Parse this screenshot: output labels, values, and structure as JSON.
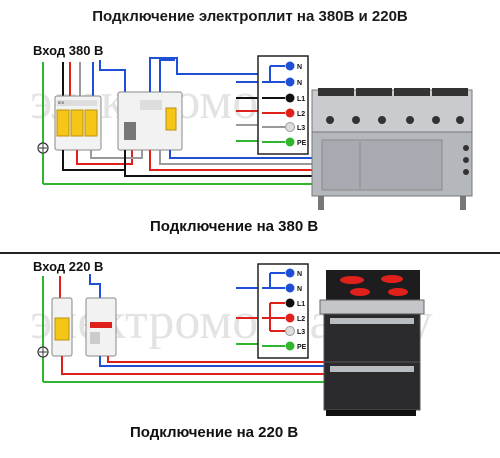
{
  "title": "Подключение электроплит на 380В и 220В",
  "watermark": "электромонтаж.ру",
  "section_380": {
    "input_label": "Вход 380 В",
    "caption": "Подключение на 380 В",
    "terminals": [
      "N",
      "N",
      "L1",
      "L2",
      "L3",
      "PE"
    ]
  },
  "section_220": {
    "input_label": "Вход 220 В",
    "caption": "Подключение на 220 В",
    "terminals": [
      "N",
      "N",
      "L1",
      "L2",
      "L3",
      "PE"
    ]
  },
  "wire_colors": {
    "neutral": "#1f4fd6",
    "phase_black": "#111111",
    "phase_red": "#e0201b",
    "phase_grey": "#9a9a9a",
    "earth": "#2fb52f"
  }
}
